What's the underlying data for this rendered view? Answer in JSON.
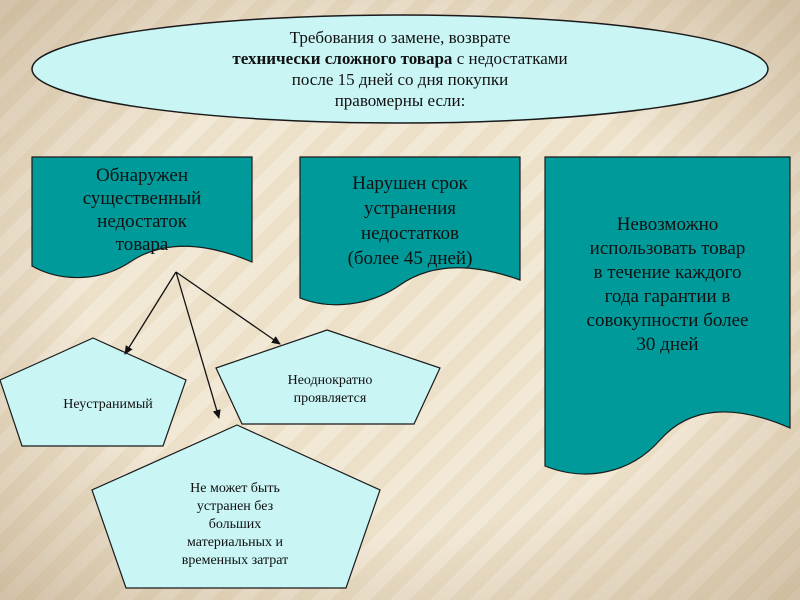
{
  "title": {
    "line1": "Требования о замене, возврате",
    "line2_bold": "технически сложного товара",
    "line2_rest": " с недостатками",
    "line3": "после 15 дней со дня покупки",
    "line4": "правомерны если:"
  },
  "conditions": {
    "box1": [
      "Обнаружен",
      "существенный",
      "недостаток",
      "товара"
    ],
    "box2": [
      "Нарушен срок",
      "устранения",
      "недостатков",
      "(более 45 дней)"
    ],
    "box3": [
      "Невозможно",
      "использовать товар",
      "в течение каждого",
      "года гарантии в",
      "совокупности более",
      "30 дней"
    ]
  },
  "defect_types": {
    "pent1": "Неустранимый",
    "pent2": [
      "Неоднократно",
      "проявляется"
    ],
    "pent3": [
      "Не может быть",
      "устранен без",
      "больших",
      "материальных и",
      "временных затрат"
    ]
  },
  "colors": {
    "shape_fill": "#009a9a",
    "light_fill": "#c9f5f5",
    "stroke": "#1a1a1a"
  }
}
